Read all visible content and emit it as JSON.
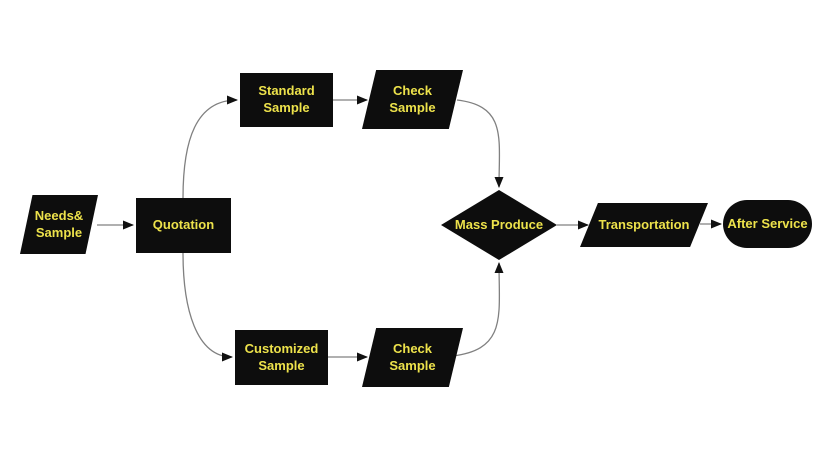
{
  "diagram": {
    "type": "flowchart",
    "colors": {
      "node_fill": "#0d0d0d",
      "label_text": "#ede24b",
      "connector_line": "#808080",
      "arrowhead": "#111111",
      "background": "#ffffff"
    },
    "nodes": [
      {
        "id": "needs-sample",
        "shape": "parallelogram",
        "label": "Needs&\nSample"
      },
      {
        "id": "quotation",
        "shape": "rectangle",
        "label": "Quotation"
      },
      {
        "id": "standard-sample",
        "shape": "rectangle",
        "label": "Standard\nSample"
      },
      {
        "id": "check-sample-top",
        "shape": "parallelogram",
        "label": "Check\nSample"
      },
      {
        "id": "customized-sample",
        "shape": "rectangle",
        "label": "Customized\nSample"
      },
      {
        "id": "check-sample-bottom",
        "shape": "parallelogram",
        "label": "Check\nSample"
      },
      {
        "id": "mass-produce",
        "shape": "diamond",
        "label": "Mass Produce"
      },
      {
        "id": "transportation",
        "shape": "parallelogram",
        "label": "Transportation"
      },
      {
        "id": "after-service",
        "shape": "stadium",
        "label": "After Service"
      }
    ],
    "edges": [
      {
        "from": "needs-sample",
        "to": "quotation"
      },
      {
        "from": "quotation",
        "to": "standard-sample"
      },
      {
        "from": "quotation",
        "to": "customized-sample"
      },
      {
        "from": "standard-sample",
        "to": "check-sample-top"
      },
      {
        "from": "customized-sample",
        "to": "check-sample-bottom"
      },
      {
        "from": "check-sample-top",
        "to": "mass-produce"
      },
      {
        "from": "check-sample-bottom",
        "to": "mass-produce"
      },
      {
        "from": "mass-produce",
        "to": "transportation"
      },
      {
        "from": "transportation",
        "to": "after-service"
      }
    ]
  }
}
